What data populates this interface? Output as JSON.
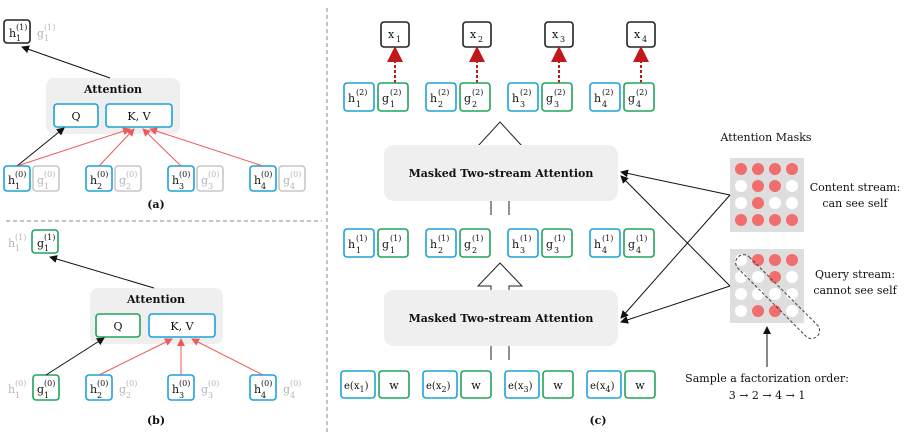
{
  "panel_a": {
    "caption": "(a)",
    "attention_title": "Attention",
    "q_label": "Q",
    "kv_label": "K, V",
    "top_h": "h",
    "top_h_sup": "(1)",
    "top_h_sub": "1",
    "top_g": "g",
    "top_g_sup": "(1)",
    "top_g_sub": "1",
    "bottom": [
      {
        "h": "h",
        "g": "g",
        "sup": "(0)",
        "sub": "1"
      },
      {
        "h": "h",
        "g": "g",
        "sup": "(0)",
        "sub": "2"
      },
      {
        "h": "h",
        "g": "g",
        "sup": "(0)",
        "sub": "3"
      },
      {
        "h": "h",
        "g": "g",
        "sup": "(0)",
        "sub": "4"
      }
    ]
  },
  "panel_b": {
    "caption": "(b)",
    "attention_title": "Attention",
    "q_label": "Q",
    "kv_label": "K, V",
    "top_h": "h",
    "top_h_sup": "(1)",
    "top_h_sub": "1",
    "top_g": "g",
    "top_g_sup": "(1)",
    "top_g_sub": "1",
    "bottom": [
      {
        "h": "h",
        "g": "g",
        "sup": "(0)",
        "sub": "1"
      },
      {
        "h": "h",
        "g": "g",
        "sup": "(0)",
        "sub": "2"
      },
      {
        "h": "h",
        "g": "g",
        "sup": "(0)",
        "sub": "3"
      },
      {
        "h": "h",
        "g": "g",
        "sup": "(0)",
        "sub": "4"
      }
    ]
  },
  "panel_c": {
    "caption": "(c)",
    "outputs": [
      "x",
      "x",
      "x",
      "x"
    ],
    "output_subs": [
      "1",
      "2",
      "3",
      "4"
    ],
    "layer2": {
      "h": "h",
      "g": "g",
      "sup": "(2)",
      "subs": [
        "1",
        "2",
        "3",
        "4"
      ]
    },
    "layer1": {
      "h": "h",
      "g": "g",
      "sup": "(1)",
      "subs": [
        "1",
        "2",
        "3",
        "4"
      ]
    },
    "inputs": [
      {
        "e": "e(x",
        "sub": "1",
        "close": ")",
        "w": "w"
      },
      {
        "e": "e(x",
        "sub": "2",
        "close": ")",
        "w": "w"
      },
      {
        "e": "e(x",
        "sub": "3",
        "close": ")",
        "w": "w"
      },
      {
        "e": "e(x",
        "sub": "4",
        "close": ")",
        "w": "w"
      }
    ],
    "block_label": "Masked Two-stream Attention",
    "masks_title": "Attention Masks",
    "content_stream_1": "Content stream:",
    "content_stream_2": "can see self",
    "query_stream_1": "Query stream:",
    "query_stream_2": "cannot see self",
    "sample_1": "Sample a factorization order:",
    "sample_2": "3 → 2 → 4 → 1",
    "content_mask": [
      [
        1,
        1,
        1,
        1
      ],
      [
        0,
        1,
        1,
        0
      ],
      [
        0,
        1,
        0,
        0
      ],
      [
        1,
        1,
        1,
        1
      ]
    ],
    "query_mask": [
      [
        0,
        1,
        1,
        1
      ],
      [
        0,
        0,
        1,
        0
      ],
      [
        0,
        0,
        0,
        0
      ],
      [
        0,
        1,
        1,
        0
      ]
    ],
    "mask_on_color": "#f26d6d",
    "mask_off_color": "#ffffff"
  },
  "colors": {
    "content_border": "#1aa3d9",
    "query_border": "#22a35a",
    "dim_border": "#c7c7c7",
    "attention_arrow": "#ee5a5a"
  }
}
